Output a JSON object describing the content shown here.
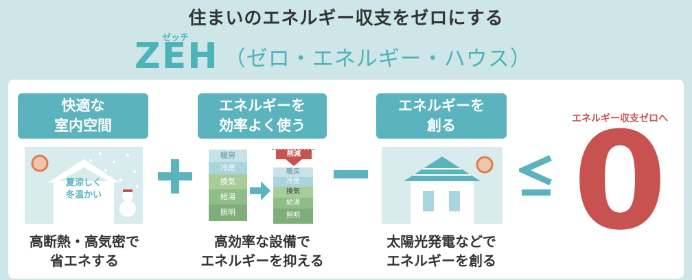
{
  "header": {
    "title": "住まいのエネルギー収支をゼロにする",
    "zeh_ruby": "ゼッチ",
    "zeh": "ZEH",
    "zeh_full": "（ゼロ・エネルギー・ハウス）"
  },
  "steps": [
    {
      "pill": [
        "快適な",
        "室内空間"
      ],
      "house_text": [
        "夏涼しく",
        "冬温かい"
      ],
      "caption": [
        "高断熱・高気密で",
        "省エネする"
      ]
    },
    {
      "pill": [
        "エネルギーを",
        "効率よく使う"
      ],
      "before": [
        "暖房",
        "冷房",
        "換気",
        "給湯",
        "照明"
      ],
      "after": [
        "暖房",
        "冷房",
        "換気",
        "給湯",
        "照明"
      ],
      "reduction_tag": "削減",
      "caption": [
        "高効率な設備で",
        "エネルギーを抑える"
      ]
    },
    {
      "pill": [
        "エネルギーを",
        "創る"
      ],
      "caption": [
        "太陽光発電などで",
        "エネルギーを創る"
      ]
    }
  ],
  "operators": {
    "plus": "+",
    "minus": "−",
    "le": "≦"
  },
  "result": {
    "label": "エネルギー収支ゼロへ",
    "value": "0"
  },
  "colors": {
    "background": "#cfe6e8",
    "teal": "#5bb4bd",
    "zero_red": "#c85250",
    "sun": "#e07b4c"
  }
}
